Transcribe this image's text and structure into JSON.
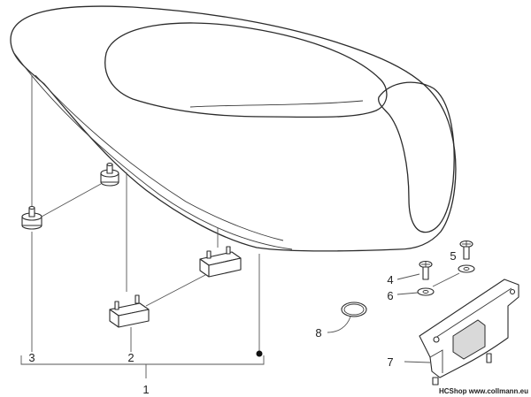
{
  "diagram": {
    "callouts": {
      "c1": "1",
      "c2": "2",
      "c3": "3",
      "c4": "4",
      "c5": "5",
      "c6": "6",
      "c7": "7",
      "c8": "8"
    },
    "watermark": "HCShop www.collmann.eu"
  }
}
